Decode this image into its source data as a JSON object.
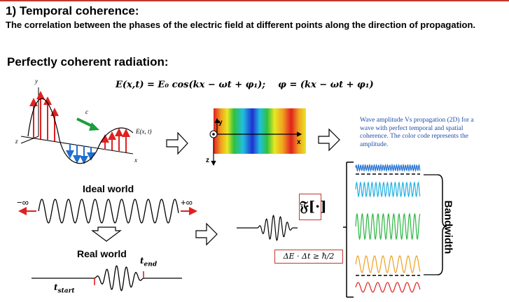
{
  "title": "1) Temporal coherence:",
  "subtitle": "The correlation between the phases of the electric field at different points along the direction of propagation.",
  "section_heading": "Perfectly coherent radiation:",
  "equation": "E(x,t) = E₀ cos(kx − ωt + φ₁);    φ = (kx − ωt + φ₁)",
  "diagram_labels": {
    "axis_y": "y",
    "axis_z": "z",
    "axis_x": "x",
    "speed_c": "c",
    "field_E": "E(x, t)",
    "map_y": "y",
    "map_x": "x",
    "map_z": "z"
  },
  "caption": "Wave amplitude Vs propagation (2D) for a wave with perfect temporal and spatial coherence. The color code represents the amplitude.",
  "ideal_world": "Ideal world",
  "minus_infinity": "−∞",
  "plus_infinity": "+∞",
  "real_world": "Real world",
  "t_end": "t_end",
  "t_start": "t_start",
  "fourier_symbol": "𝔉[·]",
  "uncertainty": "ΔE · Δt ≥ ħ/2",
  "bandwidth": "Bandwidth",
  "colors": {
    "accent_red": "#c0392b",
    "arrow_blue": "#1f6fd1",
    "arrow_green": "#1a9e3a",
    "caption_blue": "#1f4ea8"
  }
}
